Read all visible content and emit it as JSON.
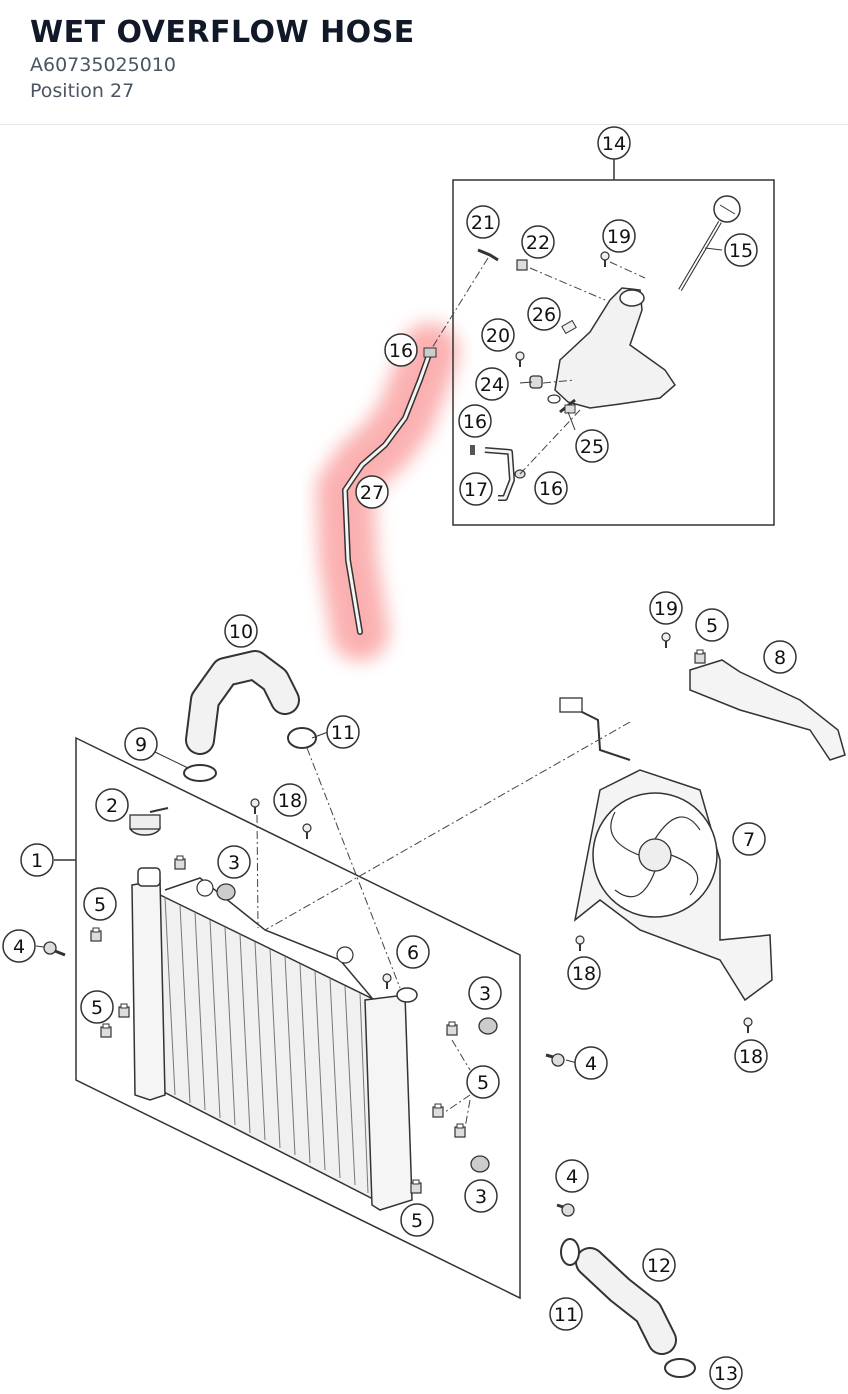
{
  "part": {
    "title": "WET OVERFLOW HOSE",
    "part_number": "A60735025010",
    "position": "Position 27"
  },
  "diagram": {
    "highlight_color": "#f87171",
    "callouts": {
      "c1": "1",
      "c2": "2",
      "c3a": "3",
      "c3b": "3",
      "c3c": "3",
      "c4a": "4",
      "c4b": "4",
      "c4c": "4",
      "c5a": "5",
      "c5b": "5",
      "c5c": "5",
      "c5d": "5",
      "c5e": "5",
      "c6": "6",
      "c7": "7",
      "c8": "8",
      "c9": "9",
      "c10": "10",
      "c11a": "11",
      "c11b": "11",
      "c12": "12",
      "c13": "13",
      "c14": "14",
      "c15": "15",
      "c16a": "16",
      "c16b": "16",
      "c16c": "16",
      "c17": "17",
      "c18a": "18",
      "c18b": "18",
      "c18c": "18",
      "c19a": "19",
      "c19b": "19",
      "c20": "20",
      "c21": "21",
      "c22": "22",
      "c24": "24",
      "c25": "25",
      "c26": "26",
      "c27": "27"
    }
  }
}
